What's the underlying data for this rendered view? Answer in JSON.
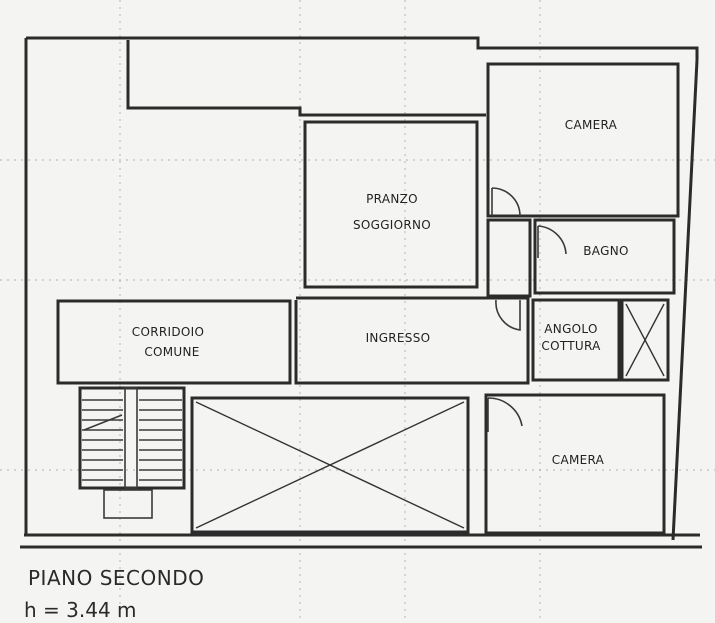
{
  "rooms": {
    "camera_top": "CAMERA",
    "pranzo_line1": "PRANZO",
    "pranzo_line2": "SOGGIORNO",
    "bagno": "BAGNO",
    "corridoio_line1": "CORRIDOIO",
    "corridoio_line2": "COMUNE",
    "ingresso": "INGRESSO",
    "angolo_line1": "ANGOLO",
    "angolo_line2": "COTTURA",
    "camera_bottom": "CAMERA"
  },
  "footer": {
    "title": "PIANO SECONDO",
    "height": "h = 3.44 m"
  },
  "colors": {
    "paper": "#f4f4f2",
    "ink": "#2b2b2b"
  }
}
